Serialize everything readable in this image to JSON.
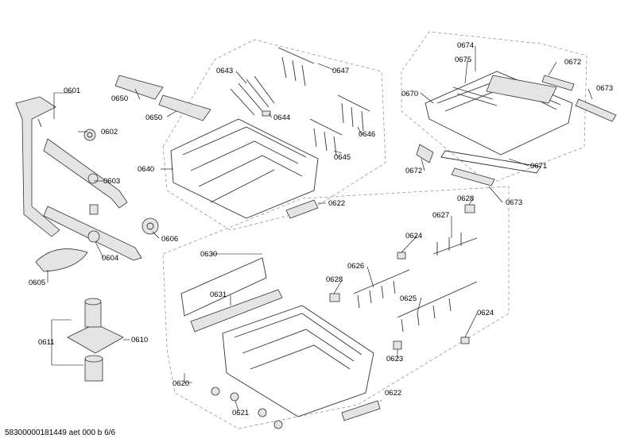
{
  "labels": {
    "l0601": "0601",
    "l0602": "0602",
    "l0603": "0603",
    "l0604": "0604",
    "l0605": "0605",
    "l0606": "0606",
    "l0610": "0610",
    "l0611": "0611",
    "l0620": "0620",
    "l0621": "0621",
    "l0622a": "0622",
    "l0622b": "0622",
    "l0623": "0623",
    "l0624a": "0624",
    "l0624b": "0624",
    "l0625": "0625",
    "l0626": "0626",
    "l0627": "0627",
    "l0628a": "0628",
    "l0628b": "0628",
    "l0630": "0630",
    "l0631": "0631",
    "l0640": "0640",
    "l0643": "0643",
    "l0644": "0644",
    "l0645": "0645",
    "l0646": "0646",
    "l0647": "0647",
    "l0650a": "0650",
    "l0650b": "0650",
    "l0670": "0670",
    "l0671": "0671",
    "l0672a": "0672",
    "l0672b": "0672",
    "l0673a": "0673",
    "l0673b": "0673",
    "l0674": "0674",
    "l0675": "0675"
  },
  "footer": "58300000181449 aet 000 b 6/6"
}
